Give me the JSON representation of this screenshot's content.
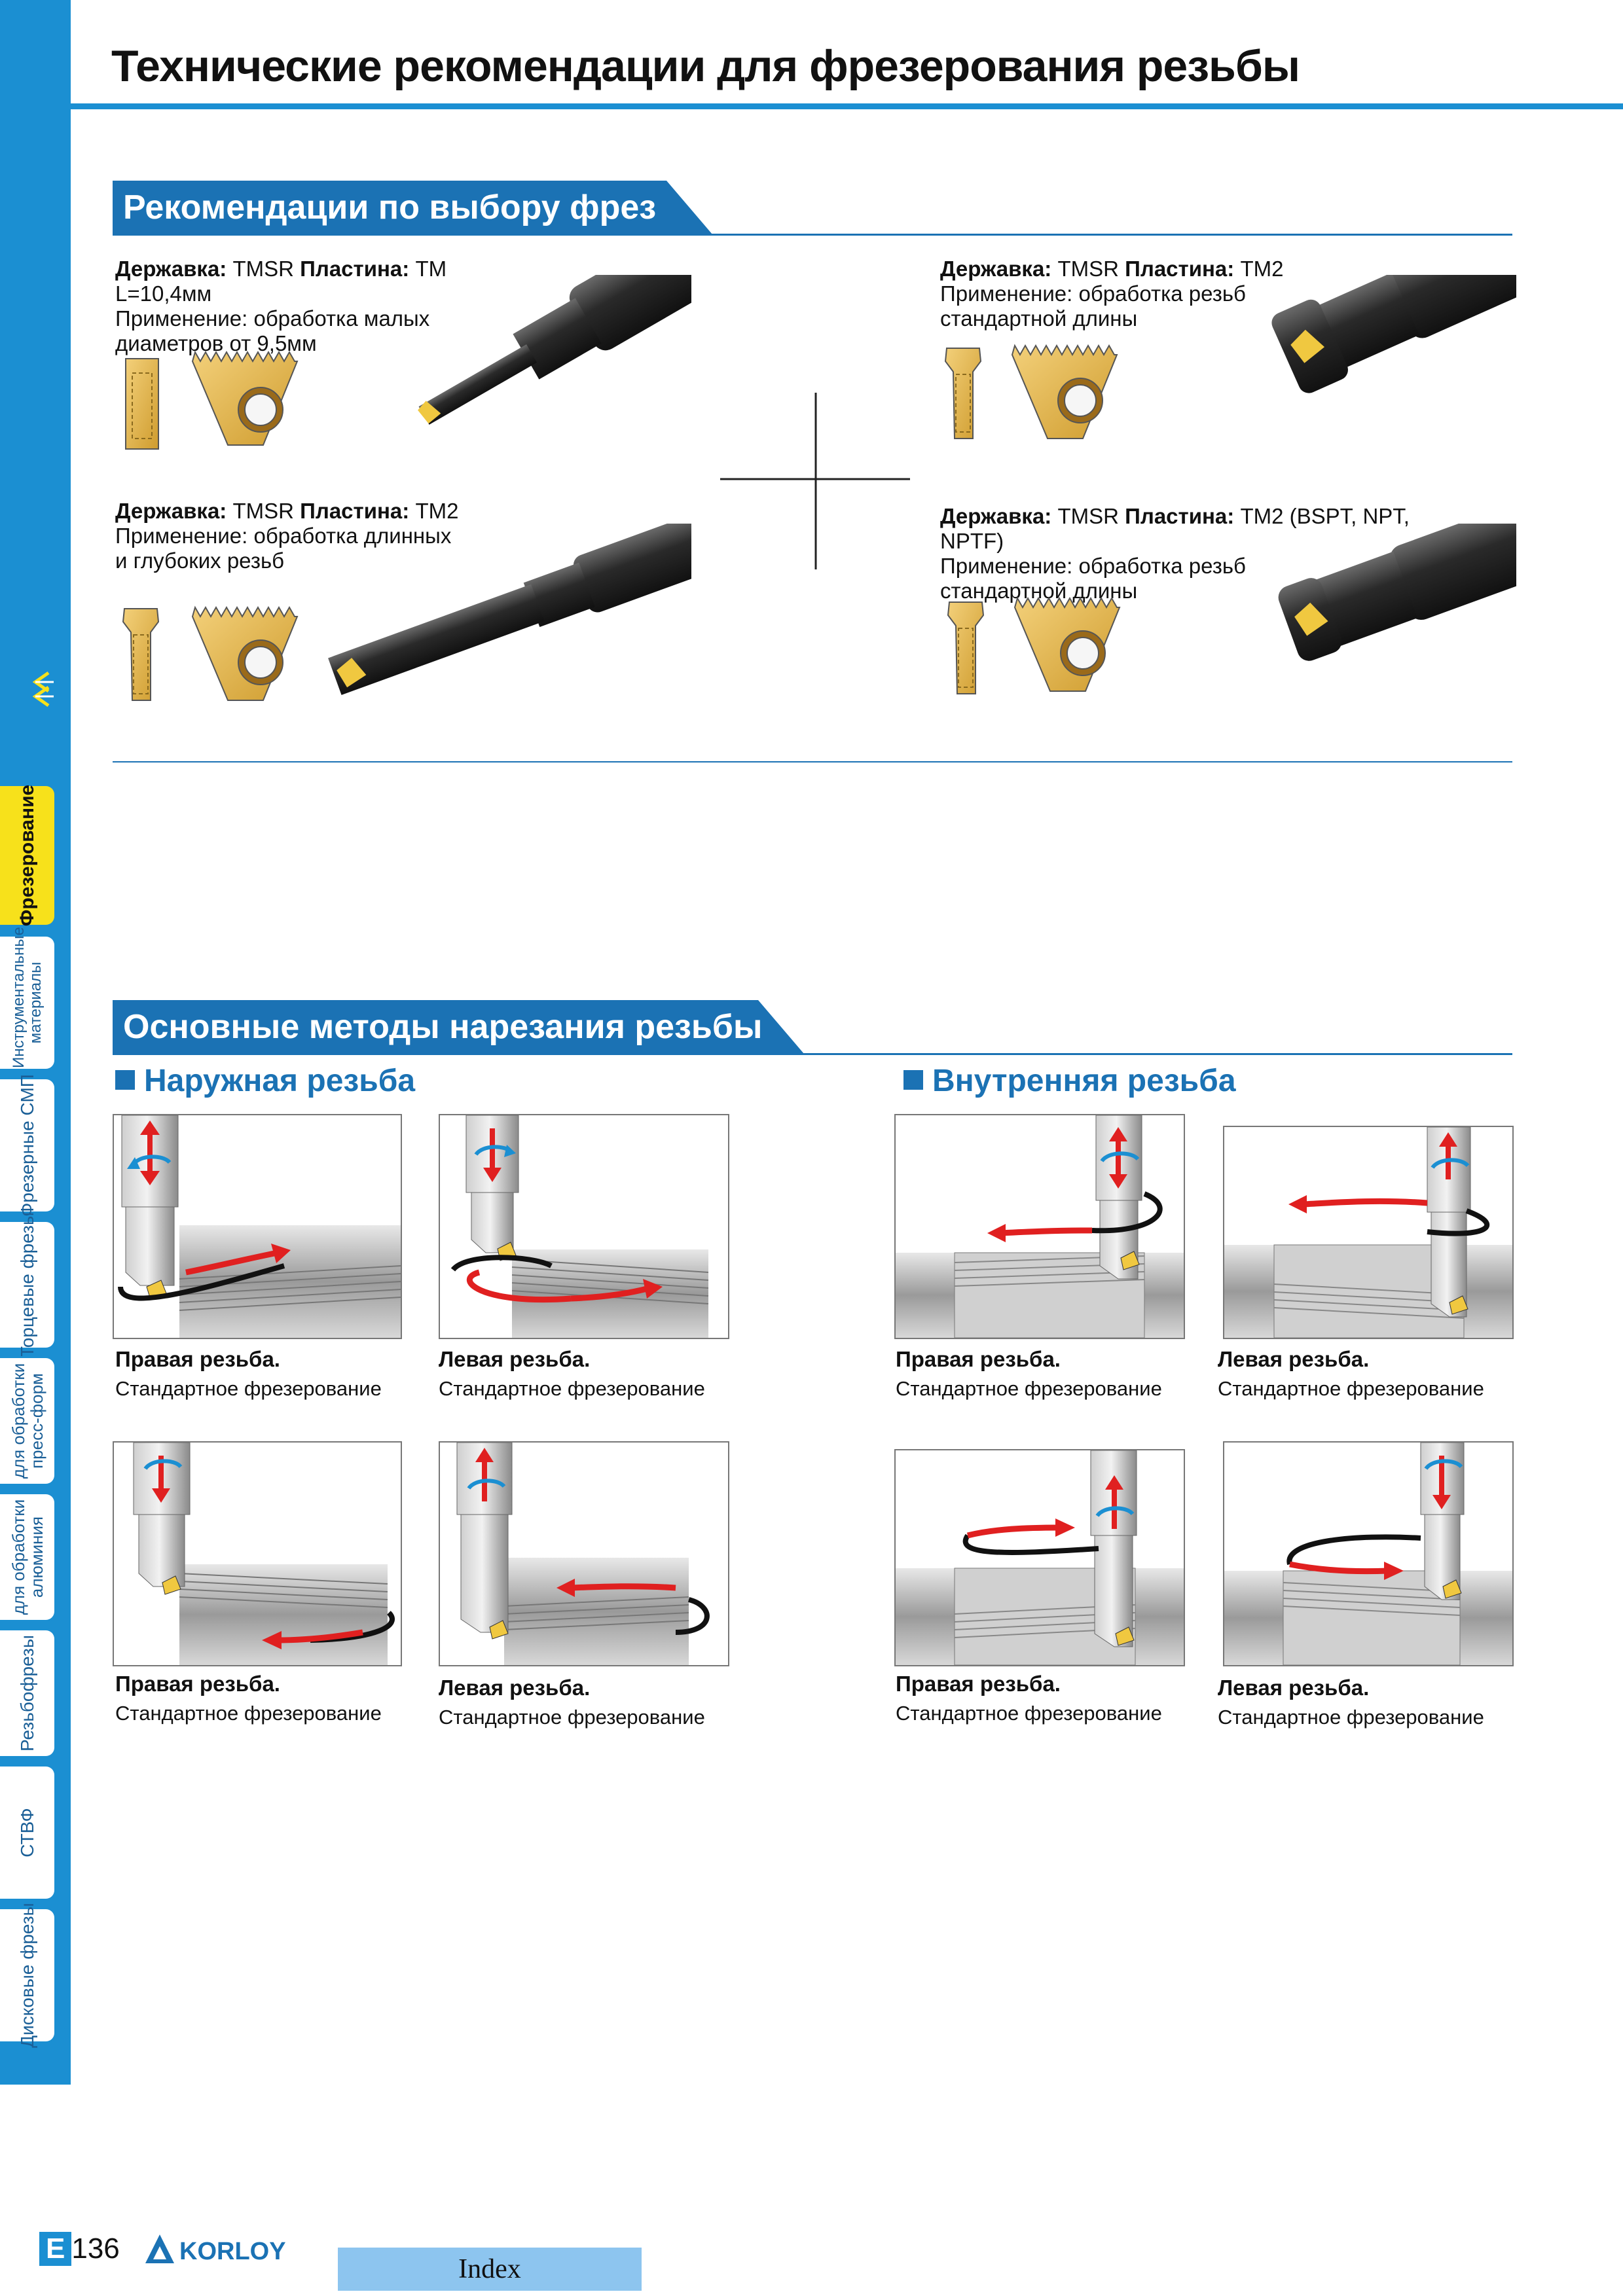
{
  "title": "Технические рекомендации для фрезерования резьбы",
  "sidebar": {
    "tabs": [
      {
        "label": "Фрезерование",
        "active": true
      },
      {
        "label": "Инструментальные материалы"
      },
      {
        "label": "Фрезерные СМП"
      },
      {
        "label": "Торцевые фрезы"
      },
      {
        "label": "для обработки пресс-форм"
      },
      {
        "label": "для обработки алюминия"
      },
      {
        "label": "Резьбофрезы"
      },
      {
        "label": "СТВФ"
      },
      {
        "label": "Дисковые фрезы"
      }
    ]
  },
  "section1": {
    "title": "Рекомендации по выбору фрез",
    "tools": [
      {
        "holder_label": "Державка:",
        "holder": "TMSR",
        "insert_label": "Пластина:",
        "insert": "TM L=10,4мм",
        "application": "Применение: обработка малых диаметров от 9,5мм"
      },
      {
        "holder_label": "Державка:",
        "holder": "TMSR",
        "insert_label": "Пластина:",
        "insert": "TM2",
        "application": "Применение: обработка резьб стандартной длины"
      },
      {
        "holder_label": "Державка:",
        "holder": "TMSR",
        "insert_label": "Пластина:",
        "insert": "TM2",
        "application": "Применение: обработка длинных и глубоких резьб"
      },
      {
        "holder_label": "Державка:",
        "holder": "TMSR",
        "insert_label": "Пластина:",
        "insert": "TM2 (BSPT,  NPT, NPTF)",
        "application": "Применение: обработка резьб стандартной длины"
      }
    ]
  },
  "section2": {
    "title": "Основные методы нарезания резьбы",
    "external": "Наружная резьба",
    "internal": "Внутренняя резьба",
    "methods": [
      {
        "thread": "Правая резьба.",
        "mode": "Стандартное фрезерование"
      },
      {
        "thread": "Левая резьба.",
        "mode": "Стандартное фрезерование"
      },
      {
        "thread": "Правая резьба.",
        "mode": "Стандартное фрезерование"
      },
      {
        "thread": "Левая резьба.",
        "mode": "Стандартное фрезерование"
      },
      {
        "thread": "Правая резьба.",
        "mode": "Стандартное фрезерование"
      },
      {
        "thread": "Левая резьба.",
        "mode": "Стандартное фрезерование"
      },
      {
        "thread": "Правая резьба.",
        "mode": "Стандартное фрезерование"
      },
      {
        "thread": "Левая резьба.",
        "mode": "Стандартное фрезерование"
      }
    ]
  },
  "footer": {
    "page_prefix": "E",
    "page_number": "136",
    "logo": "KORLOY",
    "index_label": "Index"
  },
  "colors": {
    "blue": "#1b8fd2",
    "dark_blue": "#1b72b4",
    "yellow": "#f7e11b",
    "insert_gold": "#e2b64a",
    "arrow_red": "#e02020"
  }
}
